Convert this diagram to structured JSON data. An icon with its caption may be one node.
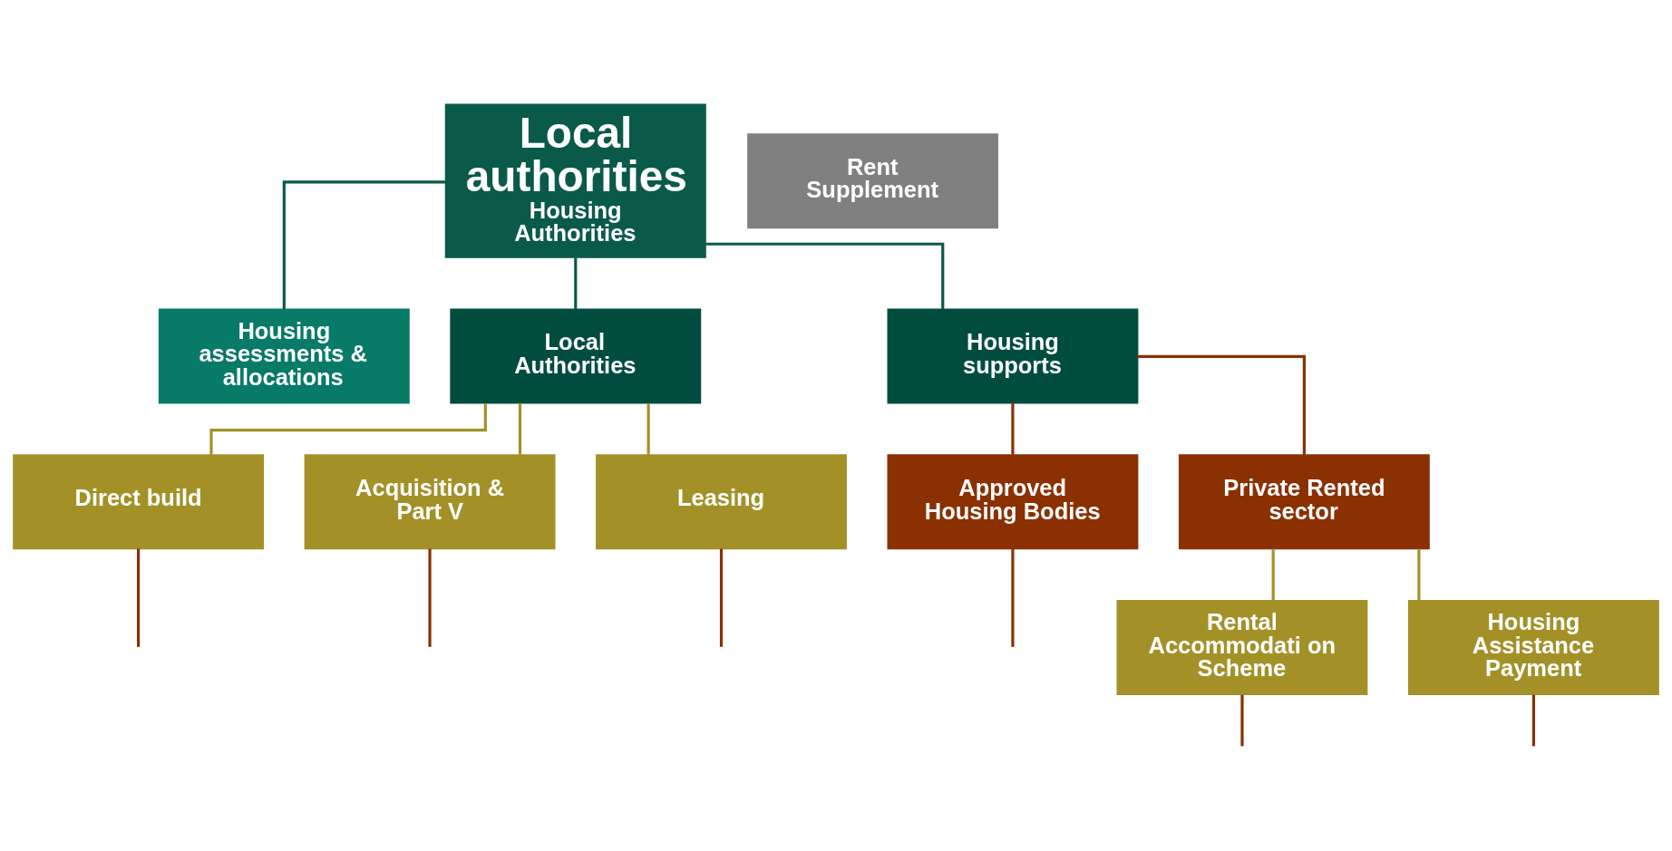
{
  "diagram": {
    "nodes": [
      {
        "text": [
          "Local authorities",
          "Housing Authorities"
        ]
      },
      {
        "text": [
          "Rent Supplement"
        ]
      },
      {
        "text": [
          "Housing assessments & allocations"
        ]
      },
      {
        "text": [
          "Local Authorities"
        ]
      },
      {
        "text": [
          "Housing supports"
        ]
      },
      {
        "text": [
          "Direct build"
        ]
      },
      {
        "text": [
          "Acquisition & Part V"
        ]
      },
      {
        "text": [
          "Leasing"
        ]
      },
      {
        "text": [
          "Approved Housing Bodies"
        ]
      },
      {
        "text": [
          "Private Rented sector"
        ]
      },
      {
        "text": [
          "Rental Accommodati on Scheme"
        ]
      },
      {
        "text": [
          "Housing Assistance Payment"
        ]
      }
    ],
    "edges": [
      {
        "from": 0,
        "to": 2,
        "arrow": "none",
        "color": "#0a5a4a"
      },
      {
        "from": 0,
        "to": 3,
        "arrow": "none",
        "color": "#0a5a4a"
      },
      {
        "from": 0,
        "to": 4,
        "arrow": "none",
        "color": "#0a5a4a"
      },
      {
        "from": 3,
        "to": 5,
        "arrow": "none",
        "color": "#a39128"
      },
      {
        "from": 3,
        "to": 6,
        "arrow": "none",
        "color": "#a39128"
      },
      {
        "from": 3,
        "to": 7,
        "arrow": "none",
        "color": "#a39128"
      },
      {
        "from": 4,
        "to": 8,
        "arrow": "none"
      },
      {
        "from": 4,
        "to": 9,
        "arrow": "none"
      },
      {
        "from": 9,
        "to": 10,
        "arrow": "none",
        "color": "#a39128"
      },
      {
        "from": 9,
        "to": 11,
        "arrow": "none",
        "color": "#a39128"
      },
      {
        "from": 5,
        "to": null,
        "arrow": "none"
      },
      {
        "from": 6,
        "to": null,
        "arrow": "none"
      },
      {
        "from": 7,
        "to": null,
        "arrow": "none"
      },
      {
        "from": 8,
        "to": null,
        "arrow": "none"
      },
      {
        "from": 10,
        "to": null,
        "arrow": "none"
      },
      {
        "from": 11,
        "to": null,
        "arrow": "none"
      }
    ]
  }
}
